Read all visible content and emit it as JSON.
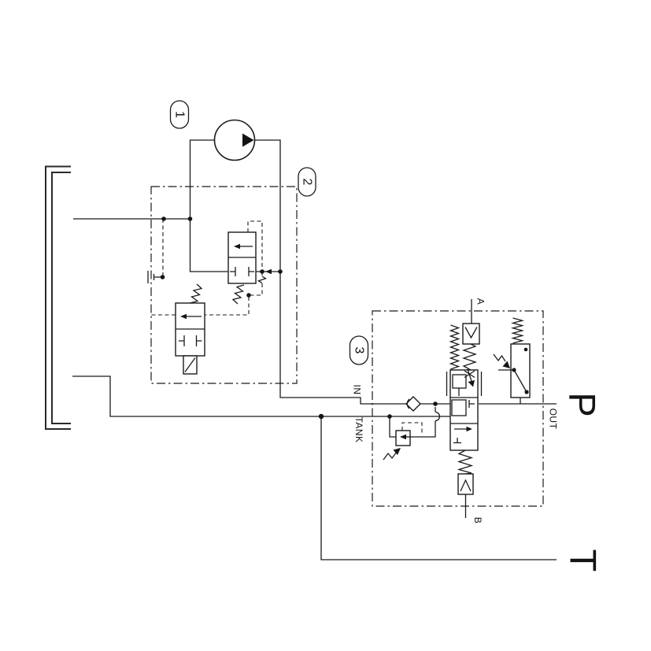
{
  "page": {
    "background": "#ffffff",
    "line_color": "#1b1b1b"
  },
  "labels": {
    "component_1": "1",
    "component_2": "2",
    "component_3": "3",
    "port_a": "A",
    "port_b": "B",
    "port_in": "IN",
    "port_tank": "TANK",
    "port_out": "OUT",
    "port_p": "P",
    "port_t": "T"
  },
  "icons": [
    "reservoir-icon",
    "pump-icon",
    "pilot-operated-valve-icon",
    "solenoid-valve-icon",
    "solenoid-icon",
    "spring-icon",
    "orifice-icon",
    "plugged-port-icon",
    "inline-check-valve-icon",
    "relief-valve-icon",
    "adjustable-spring-icon",
    "main-spool-valve-icon",
    "check-valve-a-icon",
    "check-valve-b-icon",
    "pressure-switch-icon",
    "junction-dot"
  ]
}
